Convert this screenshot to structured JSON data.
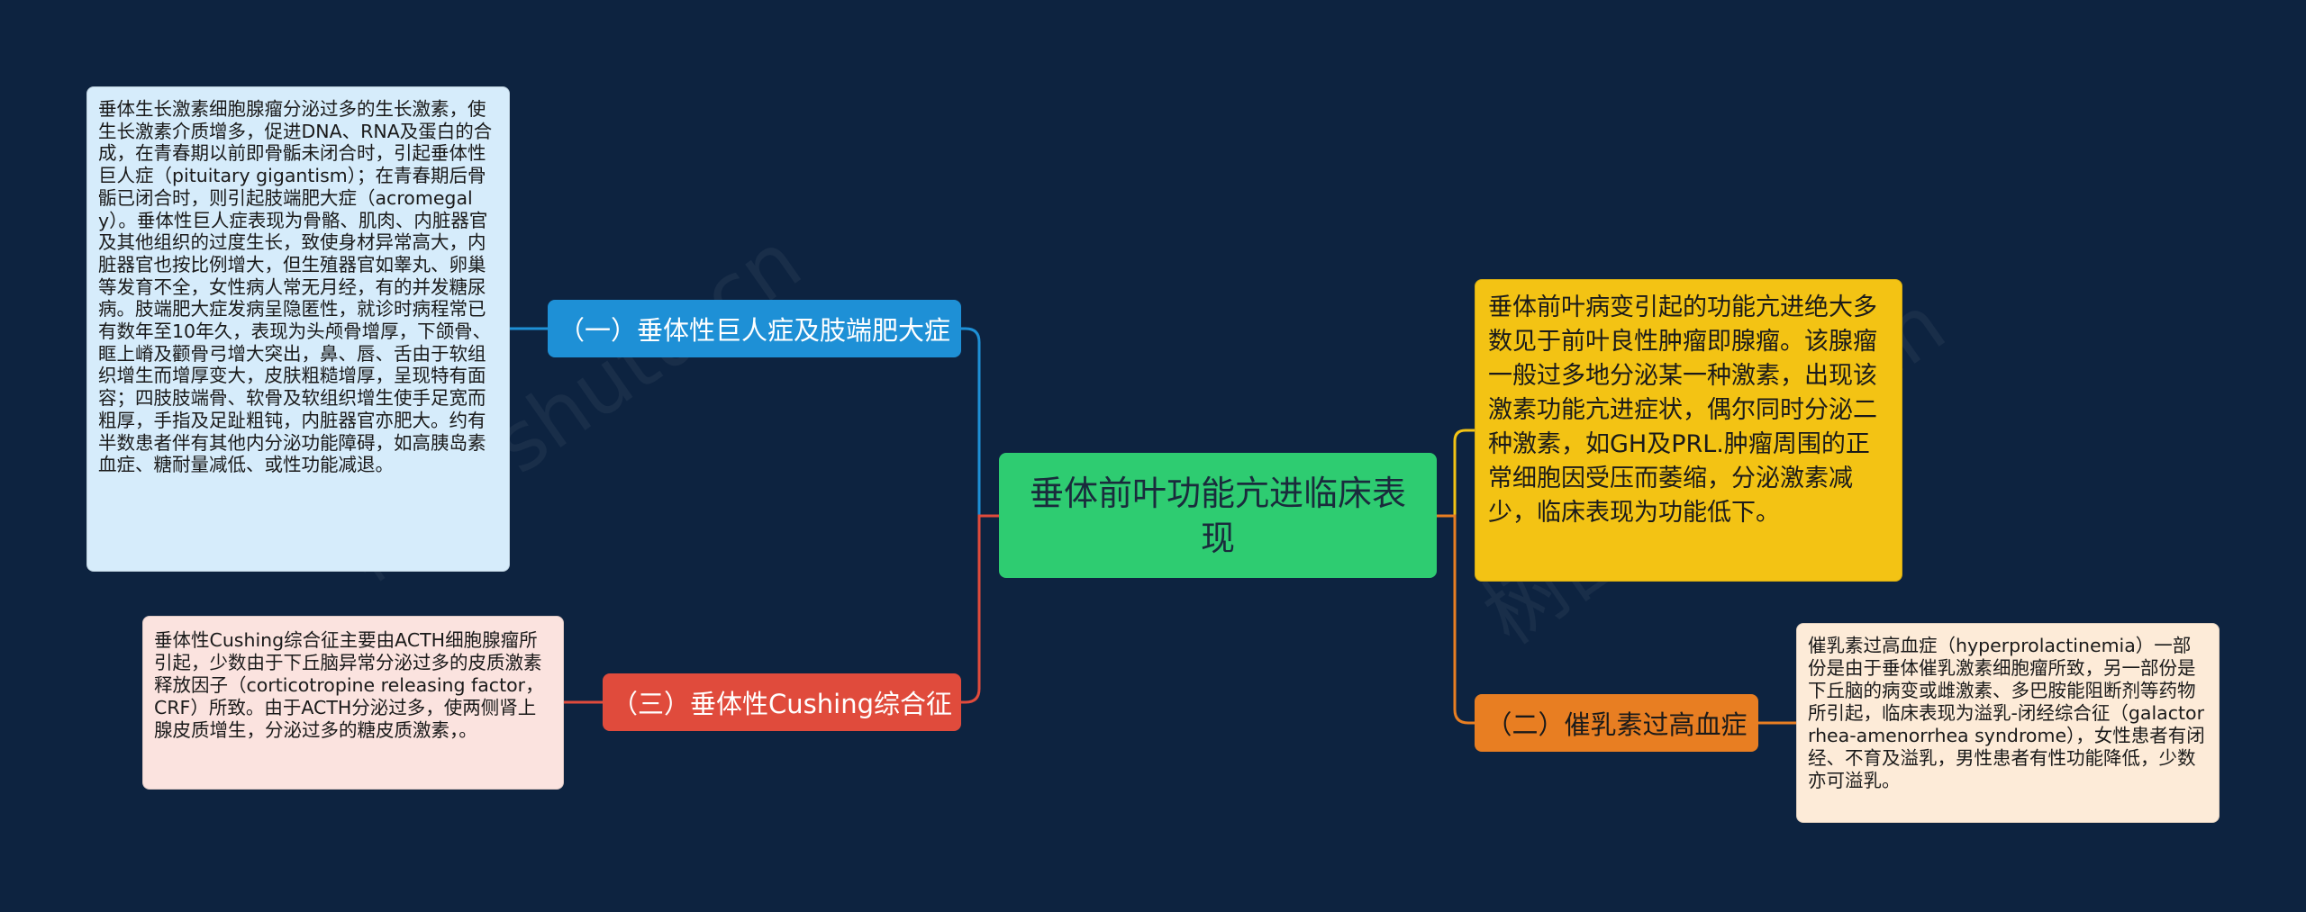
{
  "center": {
    "label": "垂体前叶功能亢进临床表现"
  },
  "branches": {
    "b1": {
      "label": "（一）垂体性巨人症及肢端肥大症"
    },
    "b2": {
      "label": "（二）催乳素过高血症"
    },
    "b3": {
      "label": "（三）垂体性Cushing综合征"
    }
  },
  "leaves": {
    "l1": {
      "text": "垂体生长激素细胞腺瘤分泌过多的生长激素，使生长激素介质增多，促进DNA、RNA及蛋白的合成，在青春期以前即骨骺未闭合时，引起垂体性巨人症（pituitary gigantism）；在青春期后骨骺已闭合时，则引起肢端肥大症（acromegaly）。垂体性巨人症表现为骨骼、肌肉、内脏器官及其他组织的过度生长，致使身材异常高大，内脏器官也按比例增大，但生殖器官如睾丸、卵巢等发育不全，女性病人常无月经，有的并发糖尿病。肢端肥大症发病呈隐匿性，就诊时病程常已有数年至10年久，表现为头颅骨增厚，下颌骨、眶上嵴及颧骨弓增大突出，鼻、唇、舌由于软组织增生而增厚变大，皮肤粗糙增厚，呈现特有面容；四肢肢端骨、软骨及软组织增生使手足宽而粗厚，手指及足趾粗钝，内脏器官亦肥大。约有半数患者伴有其他内分泌功能障碍，如高胰岛素血症、糖耐量减低、或性功能减退。"
    },
    "l3": {
      "text": "垂体性Cushing综合征主要由ACTH细胞腺瘤所引起，少数由于下丘脑异常分泌过多的皮质激素释放因子（corticotropine releasing factor，CRF）所致。由于ACTH分泌过多，使两侧肾上腺皮质增生，分泌过多的糖皮质激素，。"
    },
    "r1": {
      "text": "垂体前叶病变引起的功能亢进绝大多数见于前叶良性肿瘤即腺瘤。该腺瘤一般过多地分泌某一种激素，出现该激素功能亢进症状，偶尔同时分泌二种激素，如GH及PRL.肿瘤周围的正常细胞因受压而萎缩，分泌激素减少，临床表现为功能低下。"
    },
    "r2": {
      "text": "催乳素过高血症（hyperprolactinemia）一部份是由于垂体催乳激素细胞瘤所致，另一部份是下丘脑的病变或雌激素、多巴胺能阻断剂等药物所引起，临床表现为溢乳-闭经综合征（galactorrhea-amenorrhea syndrome），女性患者有闭经、不育及溢乳，男性患者有性功能降低，少数亦可溢乳。"
    }
  },
  "colors": {
    "background": "#0d2340",
    "center": "#2ecc71",
    "branch1": "#1e90d6",
    "branch2": "#e87e22",
    "branch3": "#e04b3c",
    "leaf_r1": "#f3c314"
  }
}
